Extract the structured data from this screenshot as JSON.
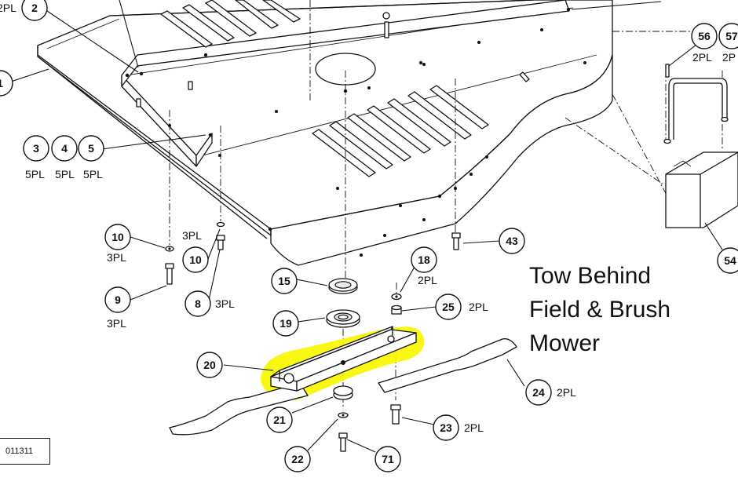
{
  "title_lines": [
    "Tow Behind",
    "Field & Brush",
    "Mower"
  ],
  "drawing_ref": "011311",
  "highlight_color": "#f7f700",
  "callouts": [
    {
      "id": "c2",
      "label": "2"
    },
    {
      "id": "c1",
      "label": "1"
    },
    {
      "id": "c3",
      "label": "3"
    },
    {
      "id": "c4",
      "label": "4"
    },
    {
      "id": "c5",
      "label": "5"
    },
    {
      "id": "c10a",
      "label": "10"
    },
    {
      "id": "c10b",
      "label": "10"
    },
    {
      "id": "c9",
      "label": "9"
    },
    {
      "id": "c8",
      "label": "8"
    },
    {
      "id": "c15",
      "label": "15"
    },
    {
      "id": "c19",
      "label": "19"
    },
    {
      "id": "c18",
      "label": "18"
    },
    {
      "id": "c25",
      "label": "25"
    },
    {
      "id": "c43",
      "label": "43"
    },
    {
      "id": "c20",
      "label": "20"
    },
    {
      "id": "c21",
      "label": "21"
    },
    {
      "id": "c22",
      "label": "22"
    },
    {
      "id": "c71",
      "label": "71"
    },
    {
      "id": "c23",
      "label": "23"
    },
    {
      "id": "c24",
      "label": "24"
    },
    {
      "id": "c56",
      "label": "56"
    },
    {
      "id": "c57",
      "label": "57"
    },
    {
      "id": "c54",
      "label": "54"
    }
  ],
  "quantities": [
    {
      "id": "q2",
      "text": "2PL"
    },
    {
      "id": "q3",
      "text": "5PL"
    },
    {
      "id": "q4",
      "text": "5PL"
    },
    {
      "id": "q5",
      "text": "5PL"
    },
    {
      "id": "q10a",
      "text": "3PL"
    },
    {
      "id": "q10b",
      "text": "3PL"
    },
    {
      "id": "q9",
      "text": "3PL"
    },
    {
      "id": "q8",
      "text": "3PL"
    },
    {
      "id": "q18",
      "text": "2PL"
    },
    {
      "id": "q25",
      "text": "2PL"
    },
    {
      "id": "q23",
      "text": "2PL"
    },
    {
      "id": "q24",
      "text": "2PL"
    },
    {
      "id": "q56",
      "text": "2PL"
    },
    {
      "id": "q57",
      "text": "2P"
    }
  ]
}
